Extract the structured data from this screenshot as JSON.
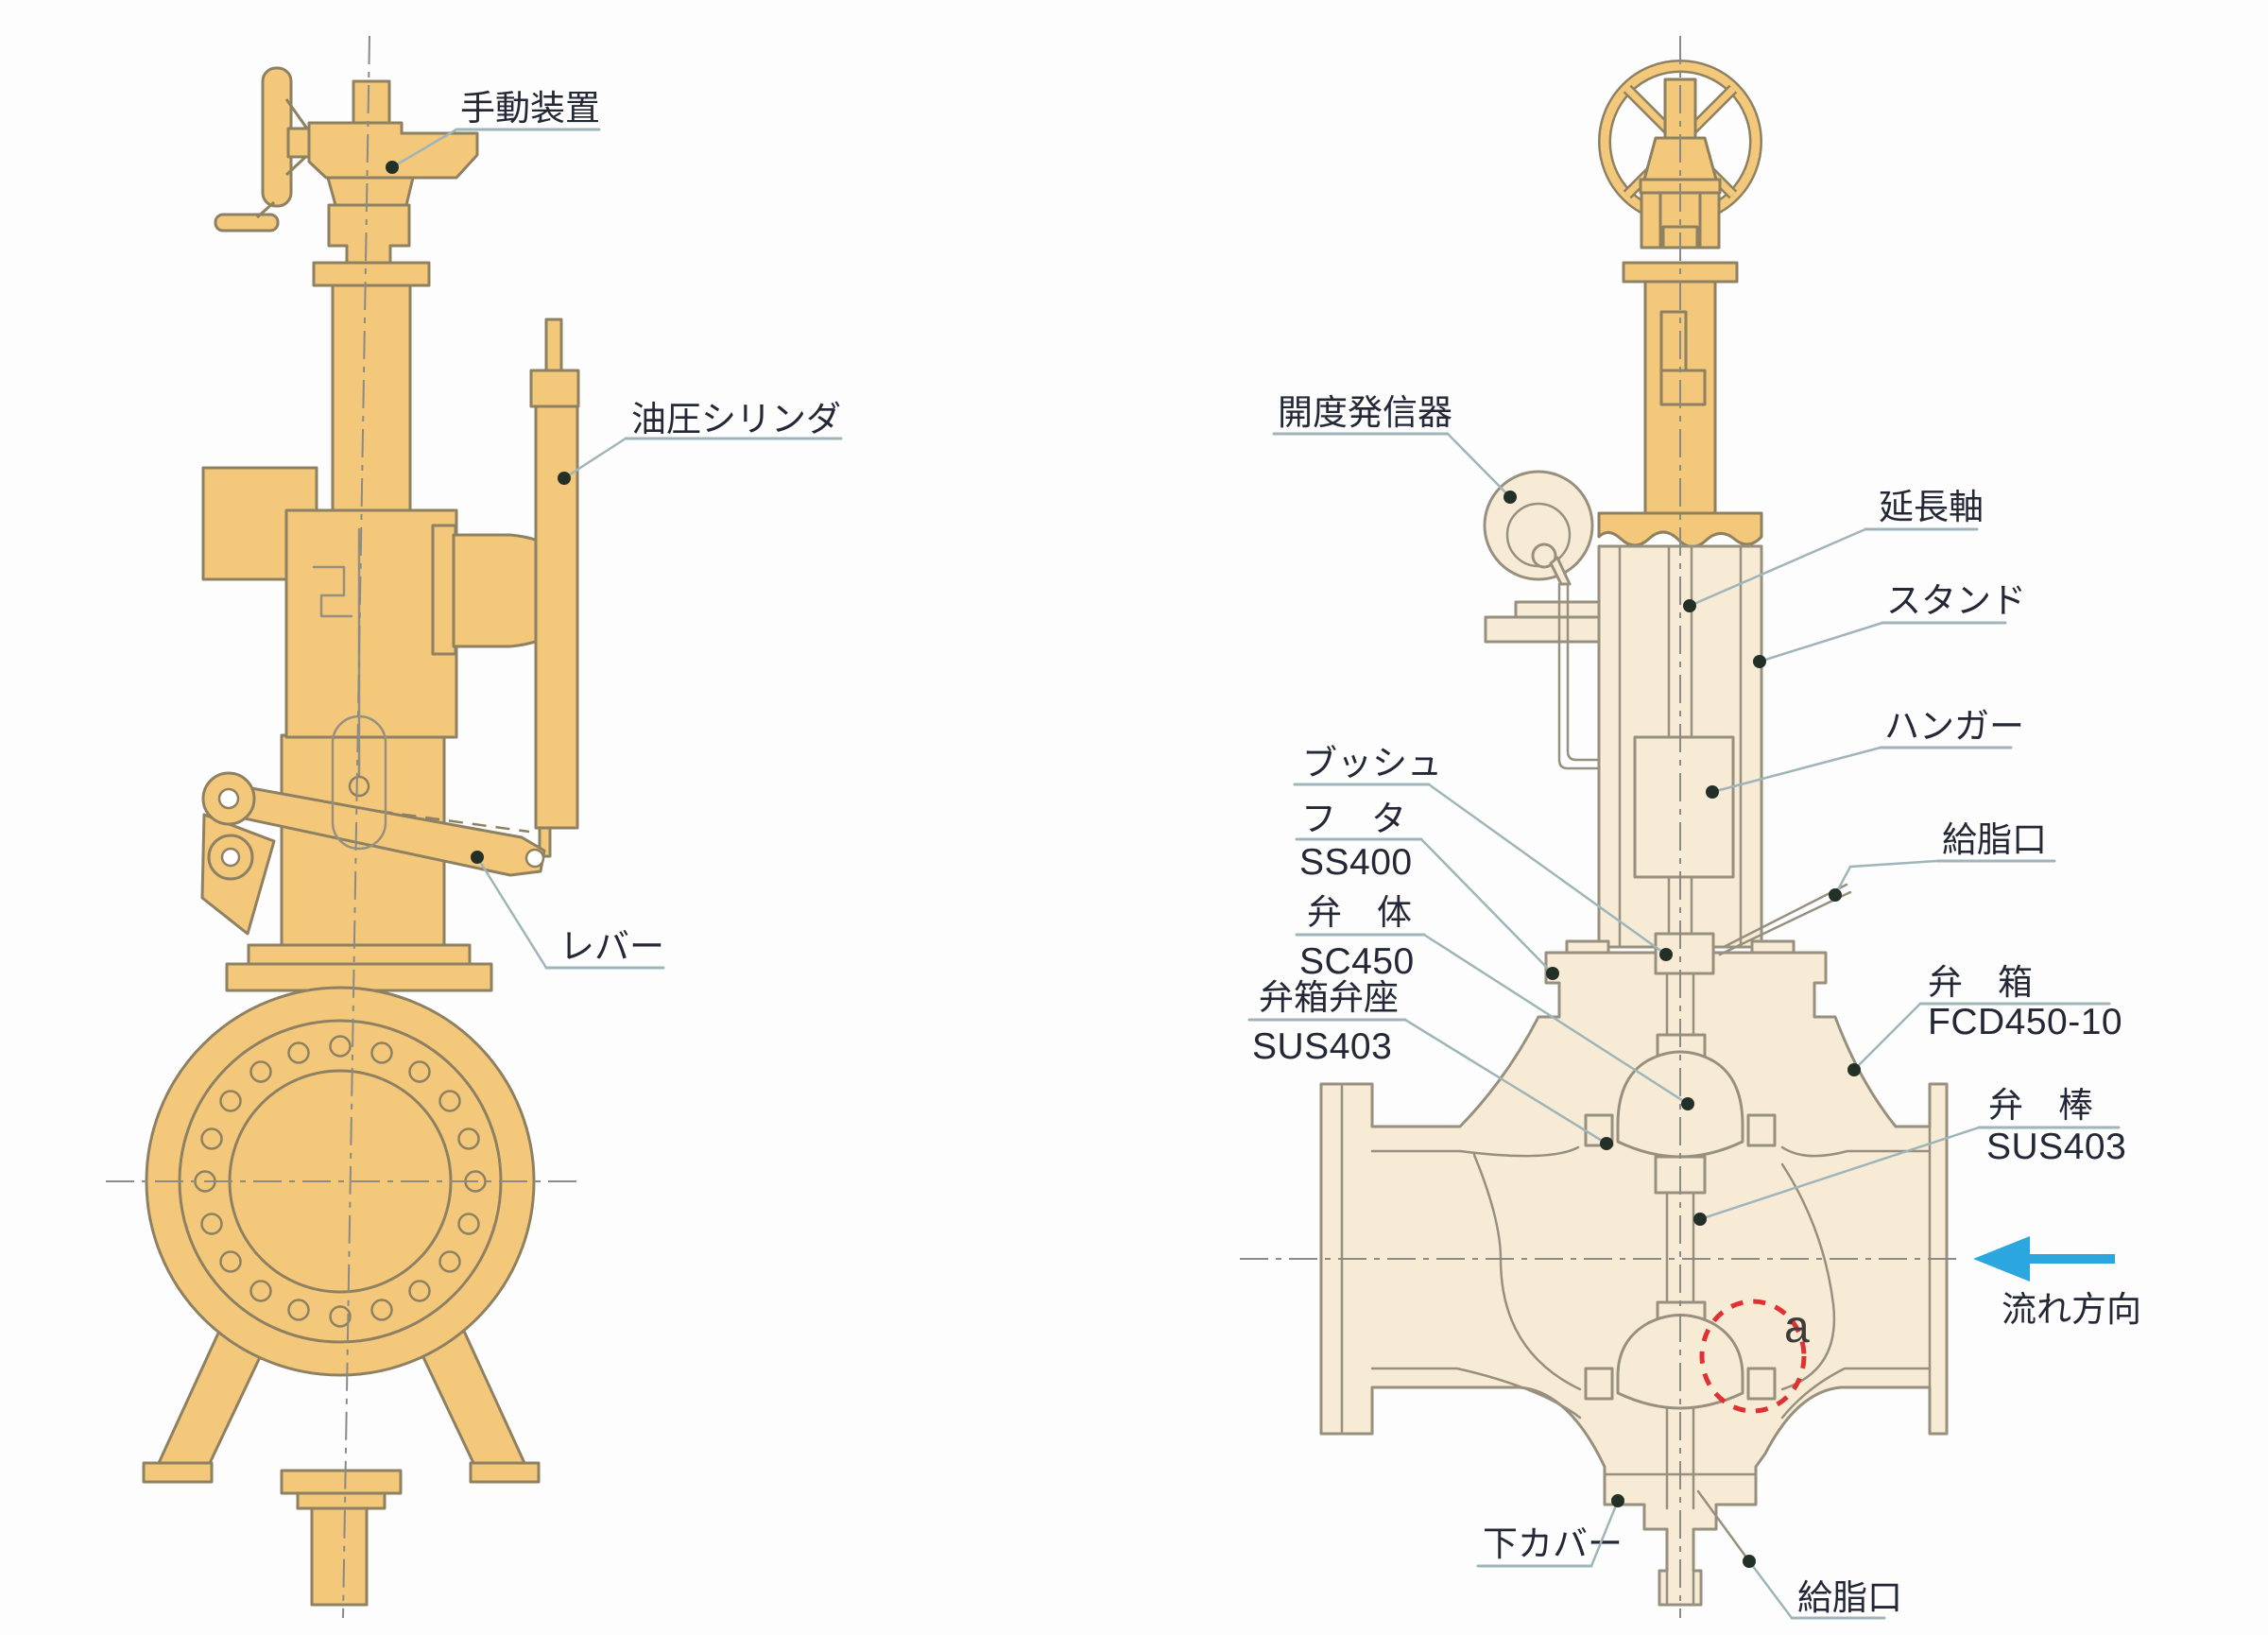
{
  "colors": {
    "valve_yellow": "#F4C87B",
    "section_cream": "#F8EBD6",
    "outline_dark": "#8D8162",
    "outline_gray": "#97907E",
    "centerline_gray": "#8a8a86",
    "label_text": "#232736",
    "leader": "#9FB5B9",
    "leader_dot": "#233028",
    "flow_arrow_blue": "#2BA6DE",
    "detail_red": "#E03132"
  },
  "left_view": {
    "description": "external side view of hydraulic cylinder operated valve",
    "callouts": {
      "manual_device": "手動装置",
      "hydraulic_cylinder": "油圧シリンダ",
      "lever": "レバー"
    }
  },
  "right_view": {
    "description": "cross section of valve with extension stand",
    "callouts": {
      "opening_transmitter": "開度発信器",
      "extension_shaft": "延長軸",
      "stand": "スタンド",
      "hanger": "ハンガー",
      "bush": "ブッシュ",
      "cover": "フ　タ",
      "cover_material": "SS400",
      "disc": "弁　体",
      "disc_material": "SC450",
      "body_seat": "弁箱弁座",
      "body_seat_material": "SUS403",
      "grease_port_upper": "給脂口",
      "body": "弁　箱",
      "body_material": "FCD450-10",
      "stem": "弁　棒",
      "stem_material": "SUS403",
      "bottom_cover": "下カバー",
      "grease_port_lower": "給脂口",
      "flow_direction": "流れ方向",
      "detail_marker": "a"
    }
  }
}
